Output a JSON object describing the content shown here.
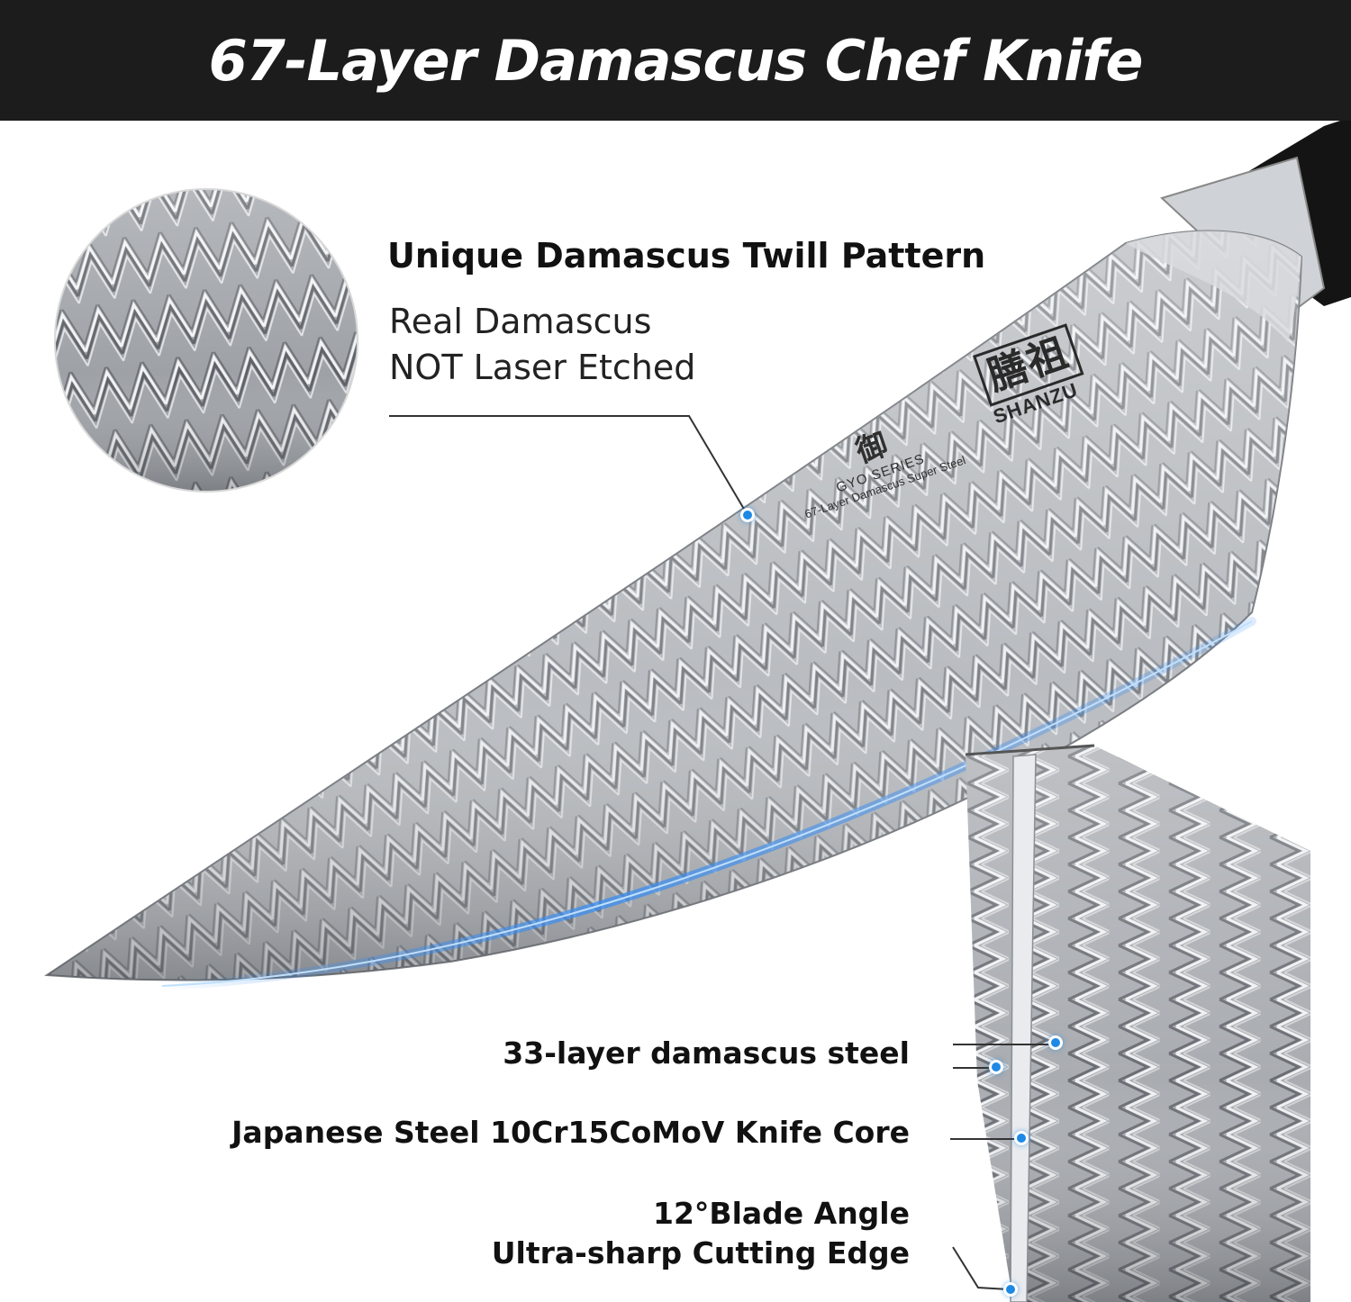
{
  "banner": {
    "title": "67-Layer Damascus Chef Knife"
  },
  "pattern_callout": {
    "heading": "Unique Damascus Twill Pattern",
    "lines": [
      "Real Damascus",
      "NOT Laser Etched"
    ]
  },
  "blade_marking": {
    "brand_jp": "膳祖",
    "brand_en": "SHANZU",
    "series_kanji": "御",
    "series_name": "GYO SERIES",
    "series_desc": "67-Layer Damascus Super Steel"
  },
  "cross_section_labels": {
    "outer": "33-layer damascus steel",
    "core": "Japanese Steel 10Cr15CoMoV Knife Core",
    "edge_line1": "12°Blade Angle",
    "edge_line2": "Ultra-sharp Cutting Edge"
  },
  "colors": {
    "banner_bg": "#1c1c1c",
    "banner_text": "#ffffff",
    "accent_dot": "#1e88e5",
    "edge_glow": "#3a8df0"
  },
  "icons": [
    "damascus-pattern-closeup",
    "chef-knife-blade",
    "blade-cross-section"
  ]
}
